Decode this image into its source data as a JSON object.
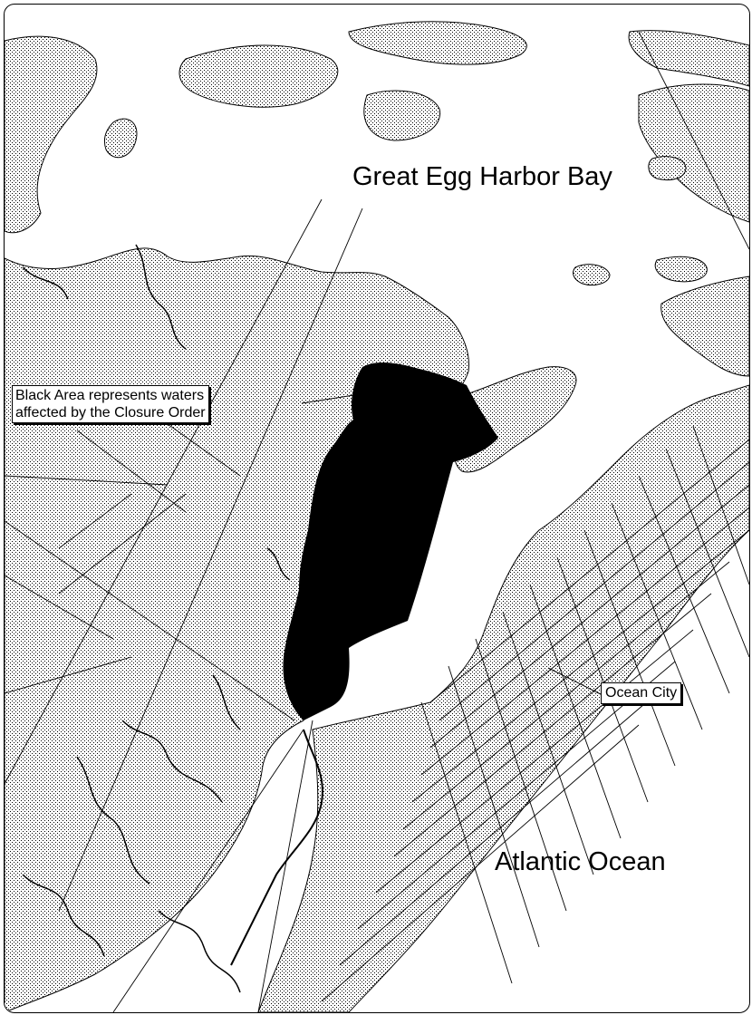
{
  "map": {
    "labels": {
      "bay": "Great Egg Harbor Bay",
      "ocean": "Atlantic Ocean",
      "city": "Ocean City",
      "closure_line1": "Black Area represents waters",
      "closure_line2": "affected by the Closure Order"
    },
    "colors": {
      "land_stipple": "#000000",
      "closure_area": "#000000",
      "water": "#ffffff",
      "roads": "#000000"
    }
  }
}
